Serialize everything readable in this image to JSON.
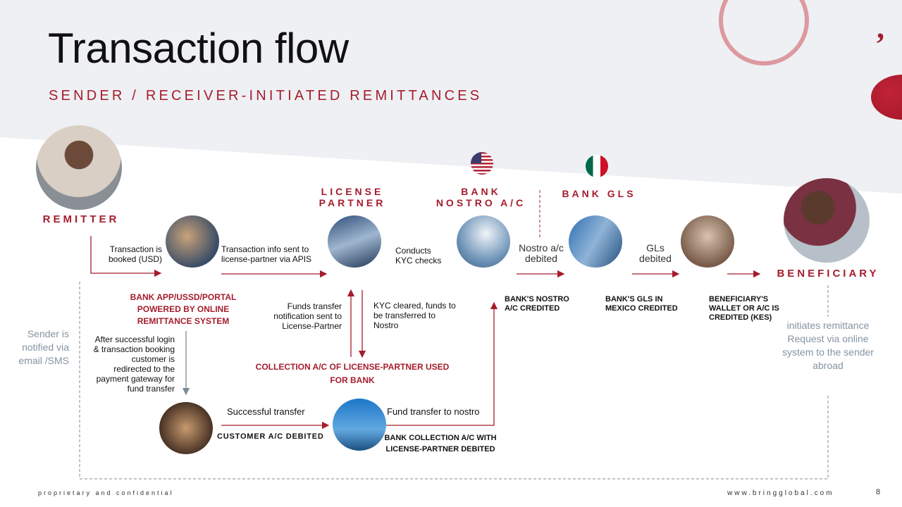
{
  "header": {
    "title": "Transaction flow",
    "subtitle": "SENDER / RECEIVER-INITIATED REMITTANCES"
  },
  "actors": {
    "remitter": "REMITTER",
    "beneficiary": "BENEFICIARY",
    "license_partner": "LICENSE PARTNER",
    "bank_nostro": "BANK NOSTRO A/C",
    "bank_gls": "BANK GLS"
  },
  "steps": {
    "booked": "Transaction is booked (USD)",
    "info_sent": "Transaction info sent to license-partner via APIS",
    "kyc": "Conducts KYC checks",
    "nostro_debited": "Nostro a/c debited",
    "gls_debited": "GLs debited",
    "bank_app": "BANK APP/USSD/PORTAL POWERED BY ONLINE REMITTANCE SYSTEM",
    "funds_notification": "Funds transfer notification sent to License-Partner",
    "kyc_cleared": "KYC cleared, funds to be transferred to Nostro",
    "collection_ac": "COLLECTION A/C OF LICENSE-PARTNER USED FOR BANK",
    "redirected": "After successful login & transaction booking customer is redirected to the payment gateway for fund transfer",
    "successful_transfer": "Successful transfer",
    "customer_debited": "CUSTOMER A/C DEBITED",
    "fund_to_nostro": "Fund transfer to nostro",
    "bank_collection_debited": "BANK COLLECTION A/C WITH LICENSE-PARTNER DEBITED",
    "nostro_credited": "BANK'S NOSTRO A/C CREDITED",
    "gls_credited": "BANK'S GLS IN MEXICO CREDITED",
    "beneficiary_credited": "BENEFICIARY'S WALLET OR A/C IS CREDITED (KES)",
    "sender_notified": "Sender is notified via email /SMS",
    "initiates": "initiates remittance Request via online system to the sender abroad"
  },
  "flags": {
    "usa": "us-flag",
    "mexico": "mexico-flag"
  },
  "footer": {
    "left": "proprietary and confidential",
    "url": "www.bringglobal.com",
    "page": "8"
  },
  "colors": {
    "accent": "#a51d2d",
    "gray_text": "#8494a3",
    "background_band": "#eef0f3"
  }
}
